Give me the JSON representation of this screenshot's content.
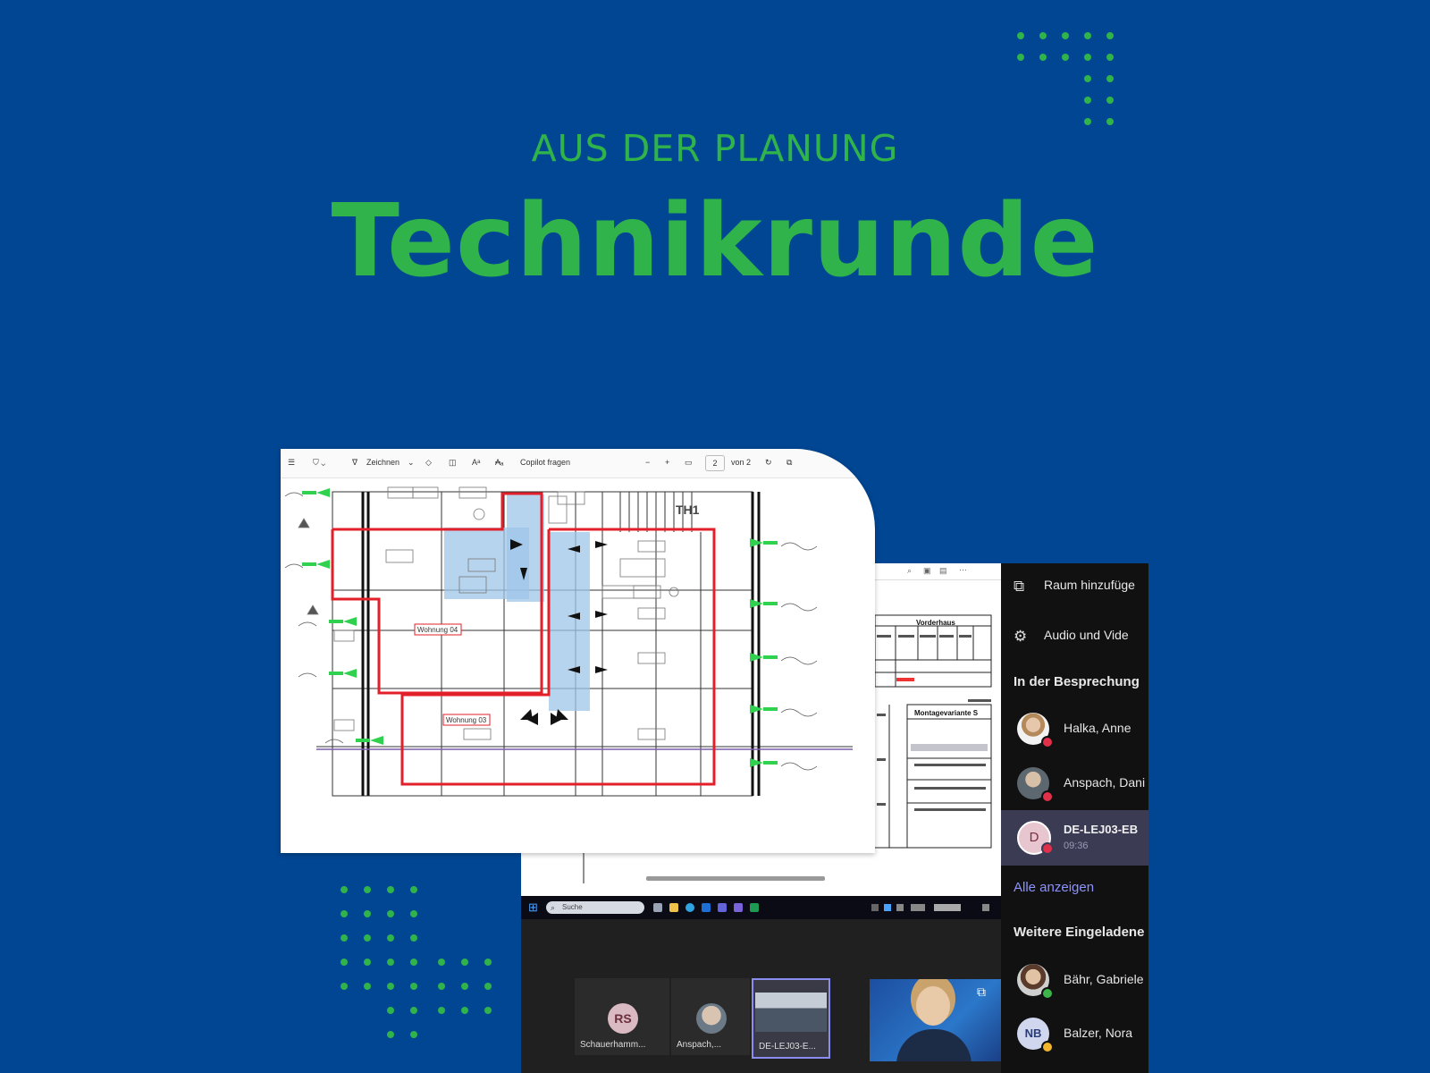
{
  "header": {
    "kicker": "AUS DER PLANUNG",
    "title": "Technikrunde"
  },
  "colors": {
    "background": "#004693",
    "accent_green": "#2fb34a",
    "outline_red": "#e3202a",
    "teams_purple": "#8d92ff"
  },
  "plan_viewer": {
    "toolbar": {
      "draw_label": "Zeichnen",
      "copilot_label": "Copilot fragen",
      "page_number": "2",
      "page_total": "von 2"
    },
    "labels": {
      "stair_tag": "TH1",
      "unit_a": "Wohnung 04",
      "unit_b": "Wohnung 03"
    }
  },
  "shared_doc": {
    "header": "Vorderhaus",
    "section": "Montagevariante S"
  },
  "taskbar": {
    "search_placeholder": "Suche"
  },
  "meeting": {
    "sidebar": {
      "add_room": "Raum hinzufüge",
      "audio_video": "Audio und Vide",
      "in_meeting_heading": "In der Besprechung",
      "participants": [
        {
          "name": "Halka, Anne"
        },
        {
          "name": "Anspach, Dani"
        }
      ],
      "room_device": {
        "name": "DE-LEJ03-EB",
        "duration": "09:36",
        "initial": "D"
      },
      "show_all": "Alle anzeigen",
      "more_invited_heading": "Weitere Eingeladene",
      "invited": [
        {
          "name": "Bähr, Gabriele"
        },
        {
          "name": "Balzer, Nora",
          "initials": "NB"
        }
      ]
    },
    "tiles": [
      {
        "label": "Schauerhamm...",
        "initials": "RS"
      },
      {
        "label": "Anspach,..."
      },
      {
        "label": "DE-LEJ03-E..."
      }
    ]
  }
}
